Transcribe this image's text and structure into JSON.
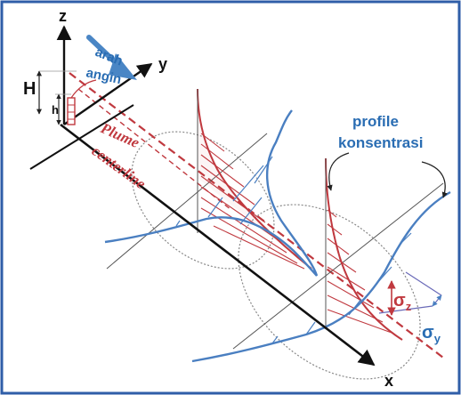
{
  "axes": {
    "z": "z",
    "y": "y",
    "x": "x"
  },
  "heights": {
    "stack_height": "h",
    "effective_height": "H"
  },
  "wind": {
    "line1": "arah",
    "line2": "angin"
  },
  "centerline": {
    "line1": "Plume",
    "line2": "centerline"
  },
  "profile": {
    "line1": "profile",
    "line2": "konsentrasi"
  },
  "sigma": {
    "z_main": "σ",
    "z_sub": "z",
    "y_main": "σ",
    "y_sub": "y"
  },
  "colors": {
    "frame": "#2f5ea8",
    "axis": "#111111",
    "wind_arrow": "#4a86c5",
    "plume_red": "#c0393f",
    "profile_blue": "#4a7fc1",
    "ellipse": "#888888",
    "text_blue": "#2a6db3"
  }
}
